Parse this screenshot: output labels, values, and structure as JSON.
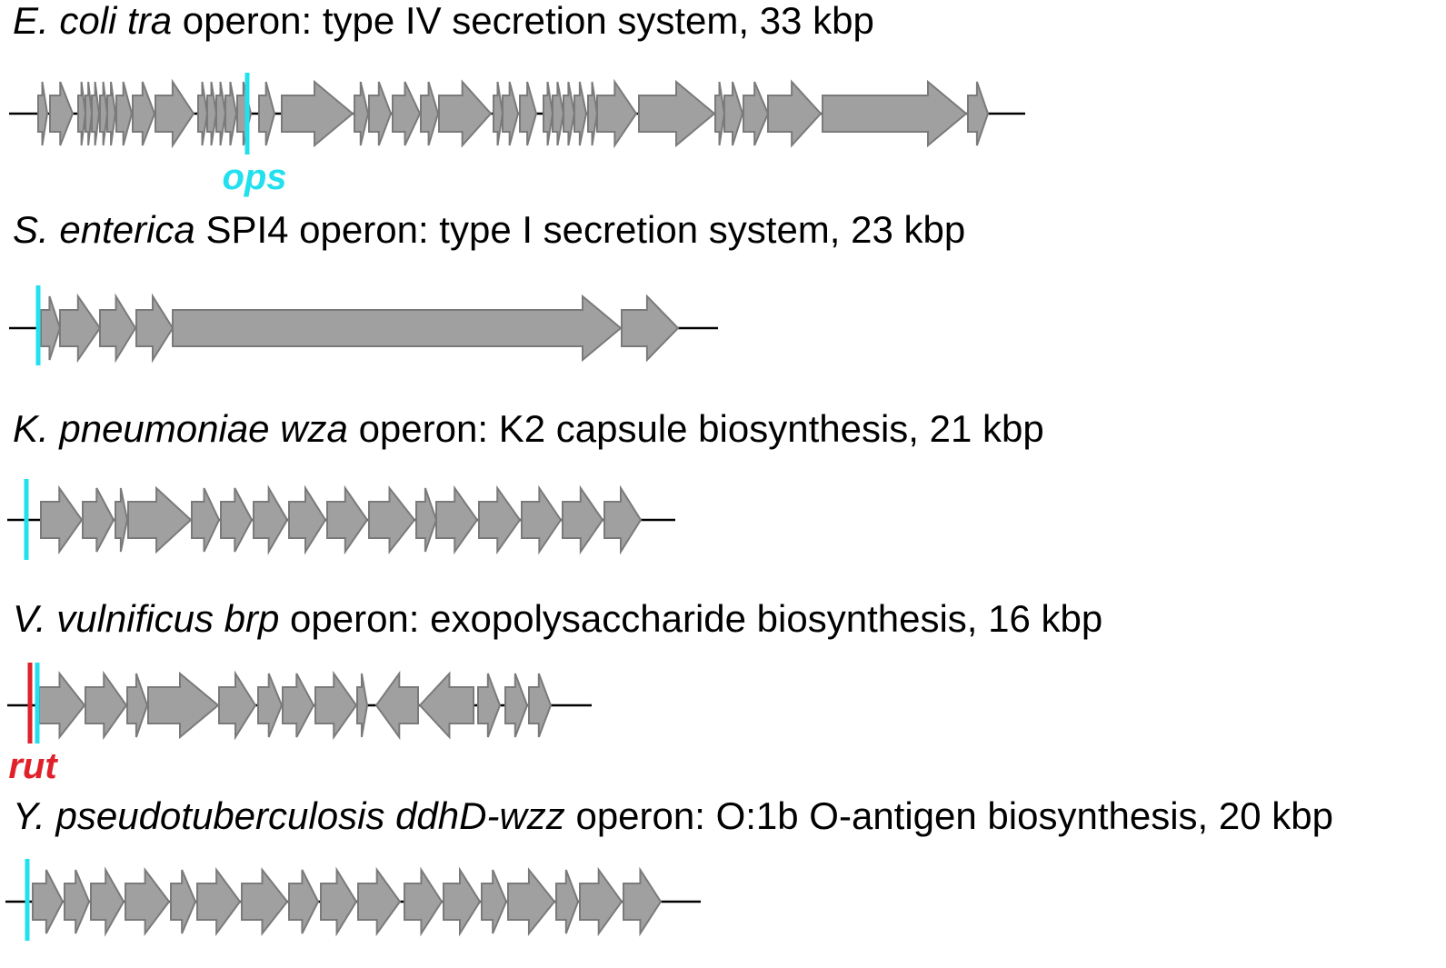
{
  "colors": {
    "gene_fill": "#a0a0a0",
    "gene_stroke": "#7a7a7a",
    "line": "#000000",
    "ops": "#22e0ee",
    "rut": "#e0202a"
  },
  "operons": [
    {
      "title": [
        {
          "text": "E. coli tra",
          "italic": true
        },
        {
          "text": " operon: type IV secretion system, 33 kbp",
          "italic": false
        }
      ],
      "axis": [
        10,
        1128
      ],
      "genes": [
        [
          42,
          52,
          "f"
        ],
        [
          55,
          80,
          "f"
        ],
        [
          86,
          94,
          "f"
        ],
        [
          94,
          101,
          "f"
        ],
        [
          101,
          109,
          "f"
        ],
        [
          110,
          118,
          "f"
        ],
        [
          118,
          127,
          "f"
        ],
        [
          128,
          145,
          "f"
        ],
        [
          146,
          170,
          "f"
        ],
        [
          171,
          213,
          "f"
        ],
        [
          218,
          228,
          "f"
        ],
        [
          228,
          238,
          "f"
        ],
        [
          238,
          248,
          "f"
        ],
        [
          248,
          260,
          "f"
        ],
        [
          261,
          276,
          "f"
        ],
        [
          285,
          302,
          "f"
        ],
        [
          310,
          388,
          "f"
        ],
        [
          390,
          405,
          "f"
        ],
        [
          406,
          430,
          "f"
        ],
        [
          432,
          462,
          "f"
        ],
        [
          463,
          482,
          "f"
        ],
        [
          483,
          540,
          "f"
        ],
        [
          543,
          553,
          "f"
        ],
        [
          553,
          570,
          "f"
        ],
        [
          572,
          590,
          "f"
        ],
        [
          598,
          608,
          "f"
        ],
        [
          608,
          620,
          "f"
        ],
        [
          620,
          632,
          "f"
        ],
        [
          632,
          645,
          "f"
        ],
        [
          647,
          657,
          "f"
        ],
        [
          657,
          700,
          "f"
        ],
        [
          703,
          786,
          "f"
        ],
        [
          787,
          797,
          "f"
        ],
        [
          797,
          817,
          "f"
        ],
        [
          818,
          845,
          "f"
        ],
        [
          845,
          903,
          "f"
        ],
        [
          905,
          1063,
          "f"
        ],
        [
          1065,
          1087,
          "f"
        ]
      ],
      "markers": [
        {
          "kind": "ops",
          "pos": 272,
          "label": "ops"
        }
      ]
    },
    {
      "title": [
        {
          "text": "S. enterica",
          "italic": true
        },
        {
          "text": " SPI4 operon: type I secretion system, 23 kbp",
          "italic": false
        }
      ],
      "axis": [
        10,
        790
      ],
      "genes": [
        [
          45,
          66,
          "f"
        ],
        [
          66,
          110,
          "f"
        ],
        [
          110,
          149,
          "f"
        ],
        [
          150,
          190,
          "f"
        ],
        [
          190,
          683,
          "f"
        ],
        [
          684,
          746,
          "f"
        ]
      ],
      "markers": [
        {
          "kind": "ops",
          "pos": 42,
          "label": ""
        }
      ]
    },
    {
      "title": [
        {
          "text": "K. pneumoniae wza",
          "italic": true
        },
        {
          "text": " operon: K2 capsule biosynthesis, 21 kbp",
          "italic": false
        }
      ],
      "axis": [
        8,
        743
      ],
      "genes": [
        [
          45,
          90,
          "f"
        ],
        [
          91,
          125,
          "f"
        ],
        [
          127,
          140,
          "f"
        ],
        [
          141,
          210,
          "f"
        ],
        [
          211,
          241,
          "f"
        ],
        [
          243,
          277,
          "f"
        ],
        [
          279,
          316,
          "f"
        ],
        [
          318,
          358,
          "f"
        ],
        [
          360,
          404,
          "f"
        ],
        [
          406,
          456,
          "f"
        ],
        [
          458,
          480,
          "f"
        ],
        [
          480,
          525,
          "f"
        ],
        [
          527,
          572,
          "f"
        ],
        [
          574,
          617,
          "f"
        ],
        [
          619,
          663,
          "f"
        ],
        [
          665,
          705,
          "f"
        ]
      ],
      "markers": [
        {
          "kind": "ops",
          "pos": 29,
          "label": ""
        }
      ]
    },
    {
      "title": [
        {
          "text": "V. vulnificus brp",
          "italic": true
        },
        {
          "text": " operon: exopolysaccharide biosynthesis, 16 kbp",
          "italic": false
        }
      ],
      "axis": [
        8,
        651
      ],
      "genes": [
        [
          43,
          93,
          "f"
        ],
        [
          94,
          139,
          "f"
        ],
        [
          140,
          162,
          "f"
        ],
        [
          163,
          240,
          "f"
        ],
        [
          241,
          281,
          "f"
        ],
        [
          284,
          310,
          "f"
        ],
        [
          311,
          345,
          "f"
        ],
        [
          347,
          392,
          "f"
        ],
        [
          393,
          404,
          "f"
        ],
        [
          414,
          460,
          "r"
        ],
        [
          462,
          521,
          "r"
        ],
        [
          526,
          550,
          "f"
        ],
        [
          556,
          580,
          "f"
        ],
        [
          582,
          606,
          "f"
        ]
      ],
      "markers": [
        {
          "kind": "rut",
          "pos": 33,
          "label": "rut"
        },
        {
          "kind": "ops",
          "pos": 41,
          "label": ""
        }
      ]
    },
    {
      "title": [
        {
          "text": "Y. pseudotuberculosis ddhD-wzz",
          "italic": true
        },
        {
          "text": " operon: O:1b O-antigen biosynthesis, 20 kbp",
          "italic": false
        }
      ],
      "axis": [
        6,
        771
      ],
      "genes": [
        [
          36,
          69,
          "f"
        ],
        [
          71,
          98,
          "f"
        ],
        [
          100,
          136,
          "f"
        ],
        [
          138,
          186,
          "f"
        ],
        [
          188,
          215,
          "f"
        ],
        [
          217,
          264,
          "f"
        ],
        [
          266,
          316,
          "f"
        ],
        [
          318,
          350,
          "f"
        ],
        [
          353,
          392,
          "f"
        ],
        [
          394,
          440,
          "f"
        ],
        [
          445,
          486,
          "f"
        ],
        [
          488,
          528,
          "f"
        ],
        [
          530,
          557,
          "f"
        ],
        [
          559,
          610,
          "f"
        ],
        [
          612,
          636,
          "f"
        ],
        [
          638,
          684,
          "f"
        ],
        [
          686,
          727,
          "f"
        ]
      ],
      "markers": [
        {
          "kind": "ops",
          "pos": 30,
          "label": ""
        }
      ]
    }
  ]
}
